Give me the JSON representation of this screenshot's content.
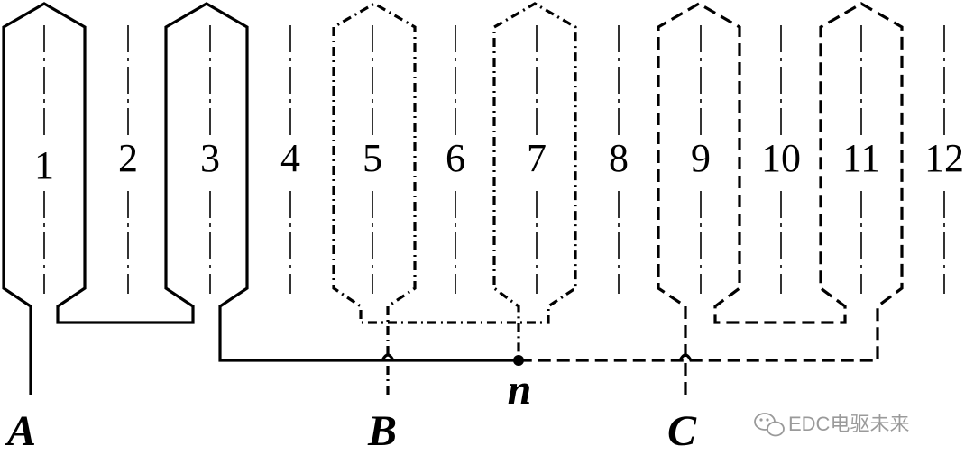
{
  "slots": [
    "1",
    "2",
    "3",
    "4",
    "5",
    "6",
    "7",
    "8",
    "9",
    "10",
    "11",
    "12"
  ],
  "terminals": {
    "a": "A",
    "b": "B",
    "c": "C",
    "neutral": "n"
  },
  "watermark": "EDC电驱未来",
  "phases": [
    {
      "phase": "A",
      "coils": [
        1,
        3
      ],
      "line_style": "solid"
    },
    {
      "phase": "B",
      "coils": [
        5,
        7
      ],
      "line_style": "dash-dot"
    },
    {
      "phase": "C",
      "coils": [
        9,
        11
      ],
      "line_style": "dashed"
    }
  ]
}
